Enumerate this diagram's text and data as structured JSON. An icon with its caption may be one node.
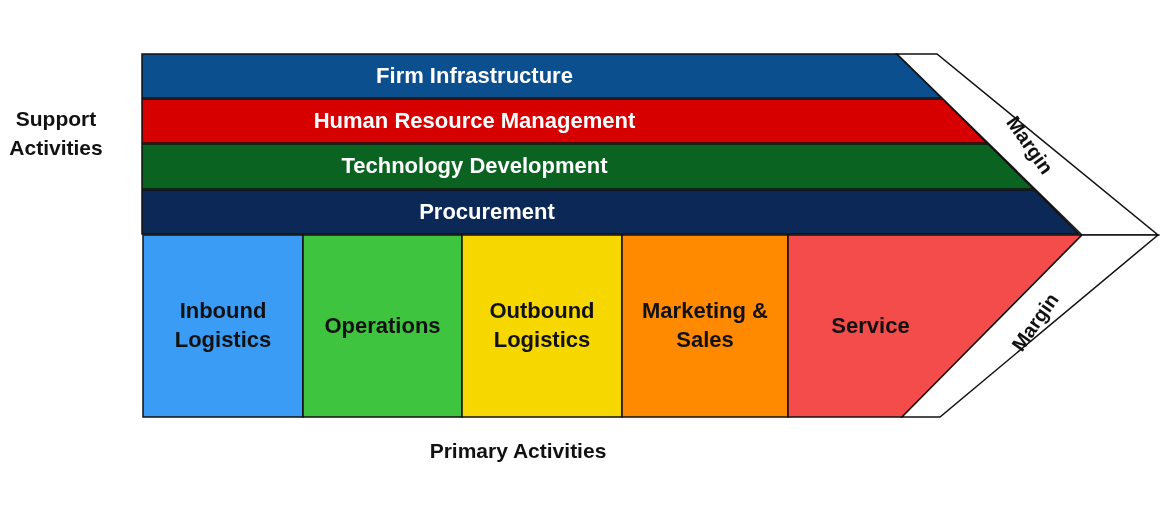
{
  "diagram": {
    "nodes": [
      {
        "text": [
          "Firm Infrastructure"
        ]
      },
      {
        "text": [
          "Human Resource Management"
        ]
      },
      {
        "text": [
          "Technology Development"
        ]
      },
      {
        "text": [
          "Procurement"
        ]
      },
      {
        "text": [
          "Margin"
        ]
      },
      {
        "text": [
          "Inbound Logistics"
        ]
      },
      {
        "text": [
          "Operations"
        ]
      },
      {
        "text": [
          "Outbound Logistics"
        ]
      },
      {
        "text": [
          "Marketing & Sales"
        ]
      },
      {
        "text": [
          "Service"
        ]
      },
      {
        "text": [
          "Margin"
        ]
      }
    ],
    "edges": [],
    "labels": [
      "Support Activities",
      "Primary Activities"
    ]
  }
}
